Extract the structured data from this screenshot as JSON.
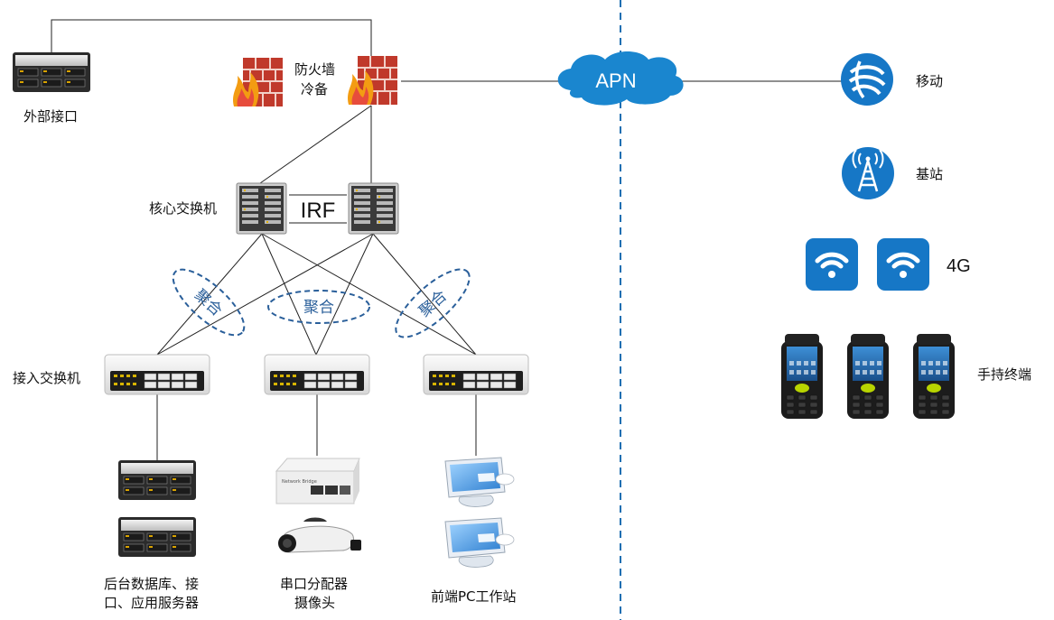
{
  "left": {
    "external_interface": "外部接口",
    "firewall_label_line1": "防火墙",
    "firewall_label_line2": "冷备",
    "core_switch": "核心交换机",
    "irf": "IRF",
    "aggregation": "聚合",
    "access_switch": "接入交换机",
    "servers_line1": "后台数据库、接",
    "servers_line2": "口、应用服务器",
    "serial_line1": "串口分配器",
    "serial_line2": "摄像头",
    "pc_workstation": "前端PC工作站",
    "bridge_text": "Network Bridge"
  },
  "cloud": {
    "apn": "APN"
  },
  "right": {
    "mobile": "移动",
    "base_station": "基站",
    "fourg": "4G",
    "handheld": "手持终端"
  },
  "colors": {
    "line": "#222222",
    "dashed_divider": "#1f6fb2",
    "cloud": "#1a86cf",
    "ellipse": "#2a5f9a",
    "icon_blue": "#1677c6",
    "brick": "#c0392b"
  }
}
